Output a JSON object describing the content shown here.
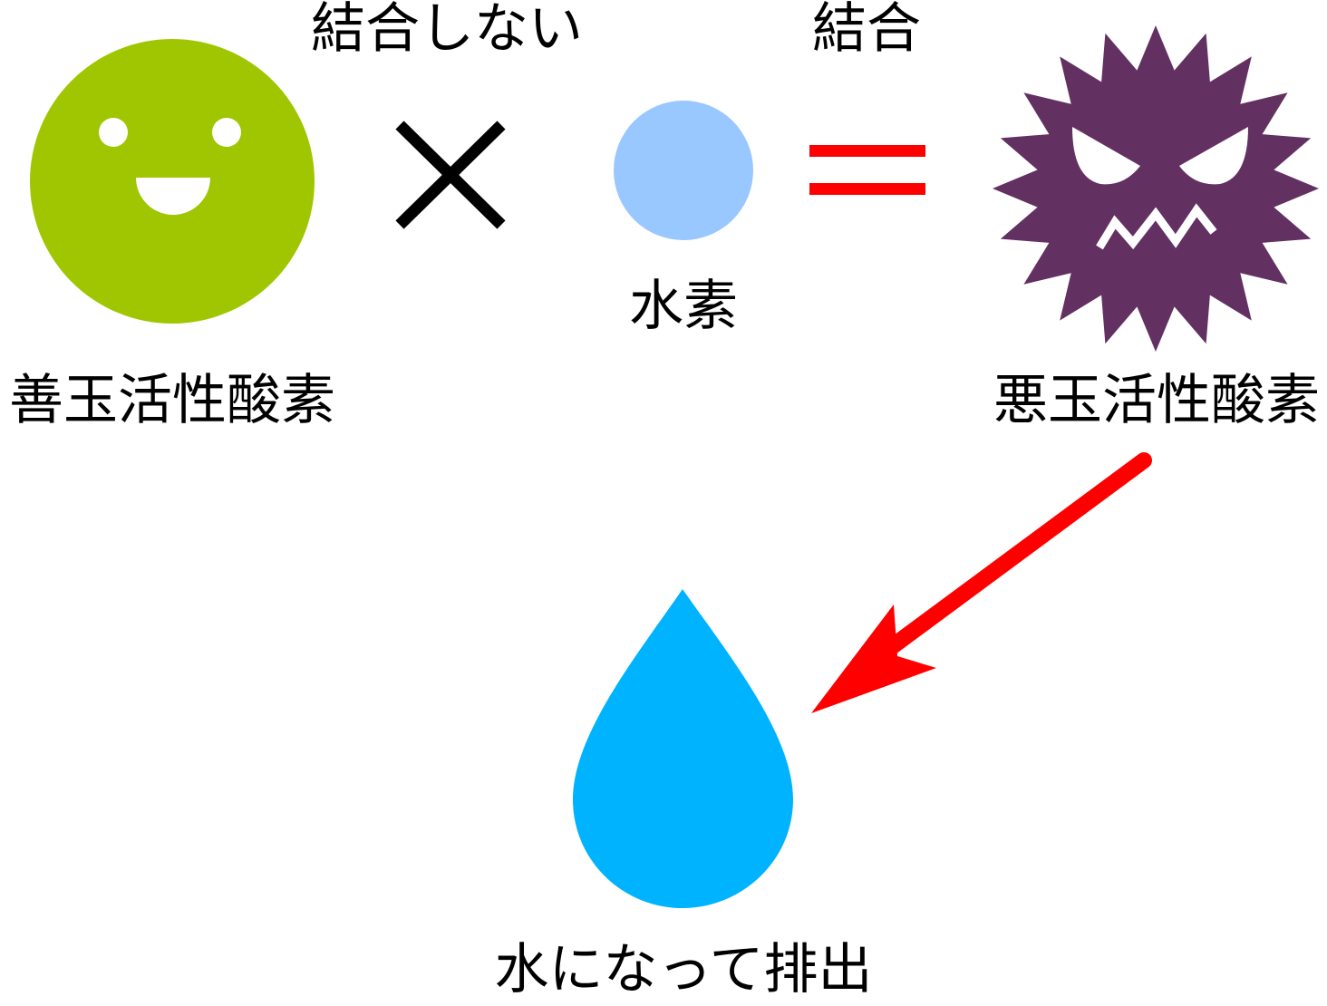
{
  "labels": {
    "no_bond": "結合しない",
    "bond": "結合",
    "hydrogen": "水素",
    "good_oxygen": "善玉活性酸素",
    "bad_oxygen": "悪玉活性酸素",
    "result": "水になって排出"
  },
  "colors": {
    "good_face": "#9fc600",
    "hydrogen": "#99c7ff",
    "bad_germ": "#633062",
    "equals": "#ff0000",
    "arrow": "#ff0000",
    "water_drop": "#00b3ff",
    "cross": "#000000"
  },
  "icons": {
    "good_face": "smiling-face-icon",
    "cross": "cross-icon",
    "hydrogen": "circle-icon",
    "equals": "equals-icon",
    "bad_germ": "angry-germ-icon",
    "arrow": "arrow-icon",
    "water_drop": "water-drop-icon"
  }
}
